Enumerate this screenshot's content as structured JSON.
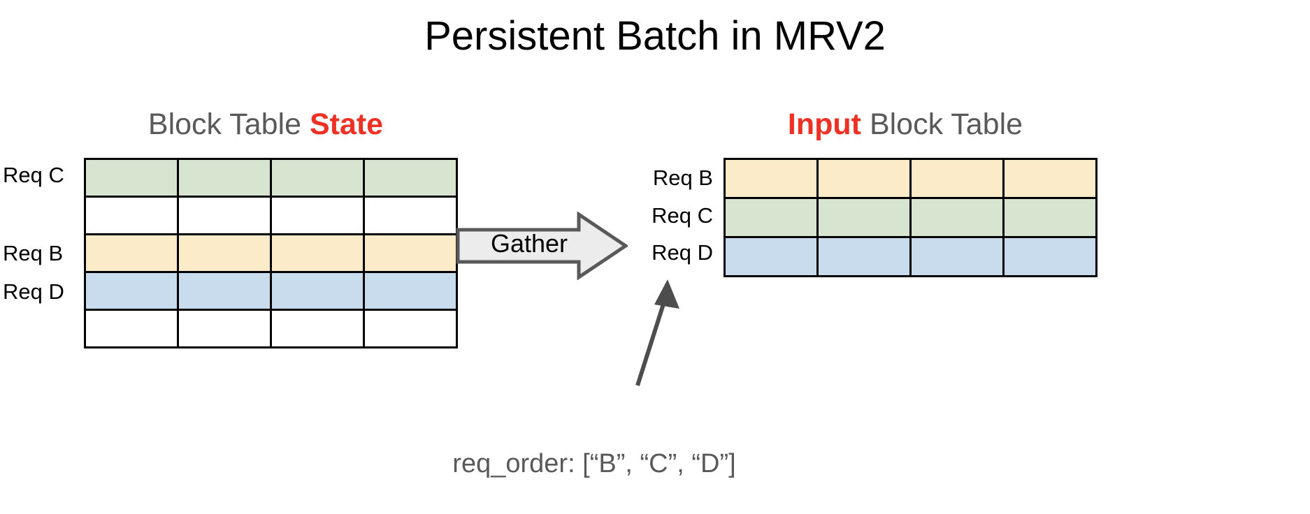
{
  "title": "Persistent Batch in MRV2",
  "colors": {
    "accent_red": "#EE3124",
    "heading_gray": "#595959",
    "green": "#D7E4D0",
    "yellow": "#FBEBC8",
    "blue": "#C9DCEE",
    "white": "#FFFFFF",
    "border_black": "#000000",
    "arrow_fill": "#ECECEC",
    "arrow_stroke": "#595959"
  },
  "left_panel": {
    "heading_prefix": "Block Table ",
    "heading_accent": "State",
    "columns": 4,
    "rows": [
      {
        "label": "Req C",
        "fill": "green",
        "show_label": true
      },
      {
        "label": "",
        "fill": "empty",
        "show_label": false
      },
      {
        "label": "Req B",
        "fill": "yellow",
        "show_label": true
      },
      {
        "label": "Req D",
        "fill": "blue",
        "show_label": true
      },
      {
        "label": "",
        "fill": "empty",
        "show_label": false
      }
    ]
  },
  "right_panel": {
    "heading_accent": "Input",
    "heading_suffix": " Block Table",
    "columns": 4,
    "rows": [
      {
        "label": "Req B",
        "fill": "yellow",
        "show_label": true
      },
      {
        "label": "Req C",
        "fill": "green",
        "show_label": true
      },
      {
        "label": "Req D",
        "fill": "blue",
        "show_label": true
      }
    ]
  },
  "operation": {
    "label": "Gather"
  },
  "caption": {
    "text": "req_order: [“B”, “C”, “D”]"
  }
}
